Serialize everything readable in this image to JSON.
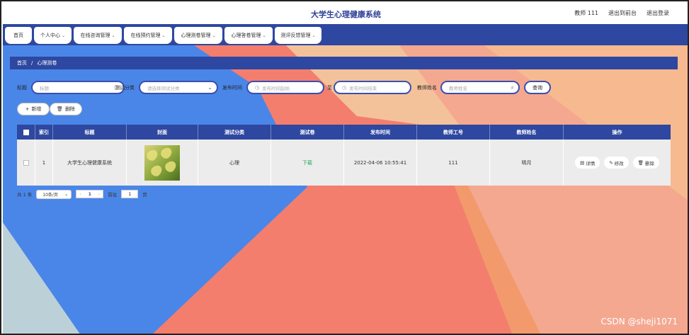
{
  "header": {
    "site_title": "大学生心理健康系统",
    "user_label": "教师 111",
    "back_to_front": "退出到前台",
    "logout": "退出登录"
  },
  "nav": {
    "items": [
      {
        "label": "首页",
        "dropdown": false
      },
      {
        "label": "个人中心",
        "dropdown": true
      },
      {
        "label": "在线咨询管理",
        "dropdown": true
      },
      {
        "label": "在线预约管理",
        "dropdown": true
      },
      {
        "label": "心理测卷管理",
        "dropdown": true
      },
      {
        "label": "心理答卷管理",
        "dropdown": true
      },
      {
        "label": "测评反馈管理",
        "dropdown": true
      }
    ]
  },
  "breadcrumb": {
    "home": "首页",
    "sep": "/",
    "current": "心理测卷"
  },
  "search": {
    "title_label": "标题",
    "title_placeholder": "标题",
    "category_label": "测试分类",
    "category_placeholder": "请选择测试分类",
    "time_label": "发布时间",
    "time_start_placeholder": "发布时间起始",
    "time_to": "至",
    "time_end_placeholder": "发布时间结束",
    "teacher_label": "教师姓名",
    "teacher_placeholder": "教师姓名",
    "query_button": "查询"
  },
  "actions": {
    "add": "新增",
    "delete": "删除"
  },
  "table": {
    "headers": [
      "索引",
      "标题",
      "封面",
      "测试分类",
      "测试卷",
      "发布时间",
      "教师工号",
      "教师姓名",
      "操作"
    ],
    "rows": [
      {
        "index": "1",
        "title": "大学生心理健康系统",
        "category": "心理",
        "paper": "下载",
        "publish_time": "2022-04-06 10:55:41",
        "teacher_id": "111",
        "teacher_name": "明月",
        "ops": {
          "detail": "详情",
          "edit": "修改",
          "delete": "删除"
        }
      }
    ]
  },
  "pager": {
    "total": "共 1 条",
    "page_size": "10条/页",
    "current_page": "1",
    "goto_label": "前往",
    "goto_value": "1",
    "page_unit": "页"
  },
  "watermark": "CSDN @sheji1071",
  "colors": {
    "primary": "#2e47a0",
    "accent_green": "#2aa35a"
  }
}
